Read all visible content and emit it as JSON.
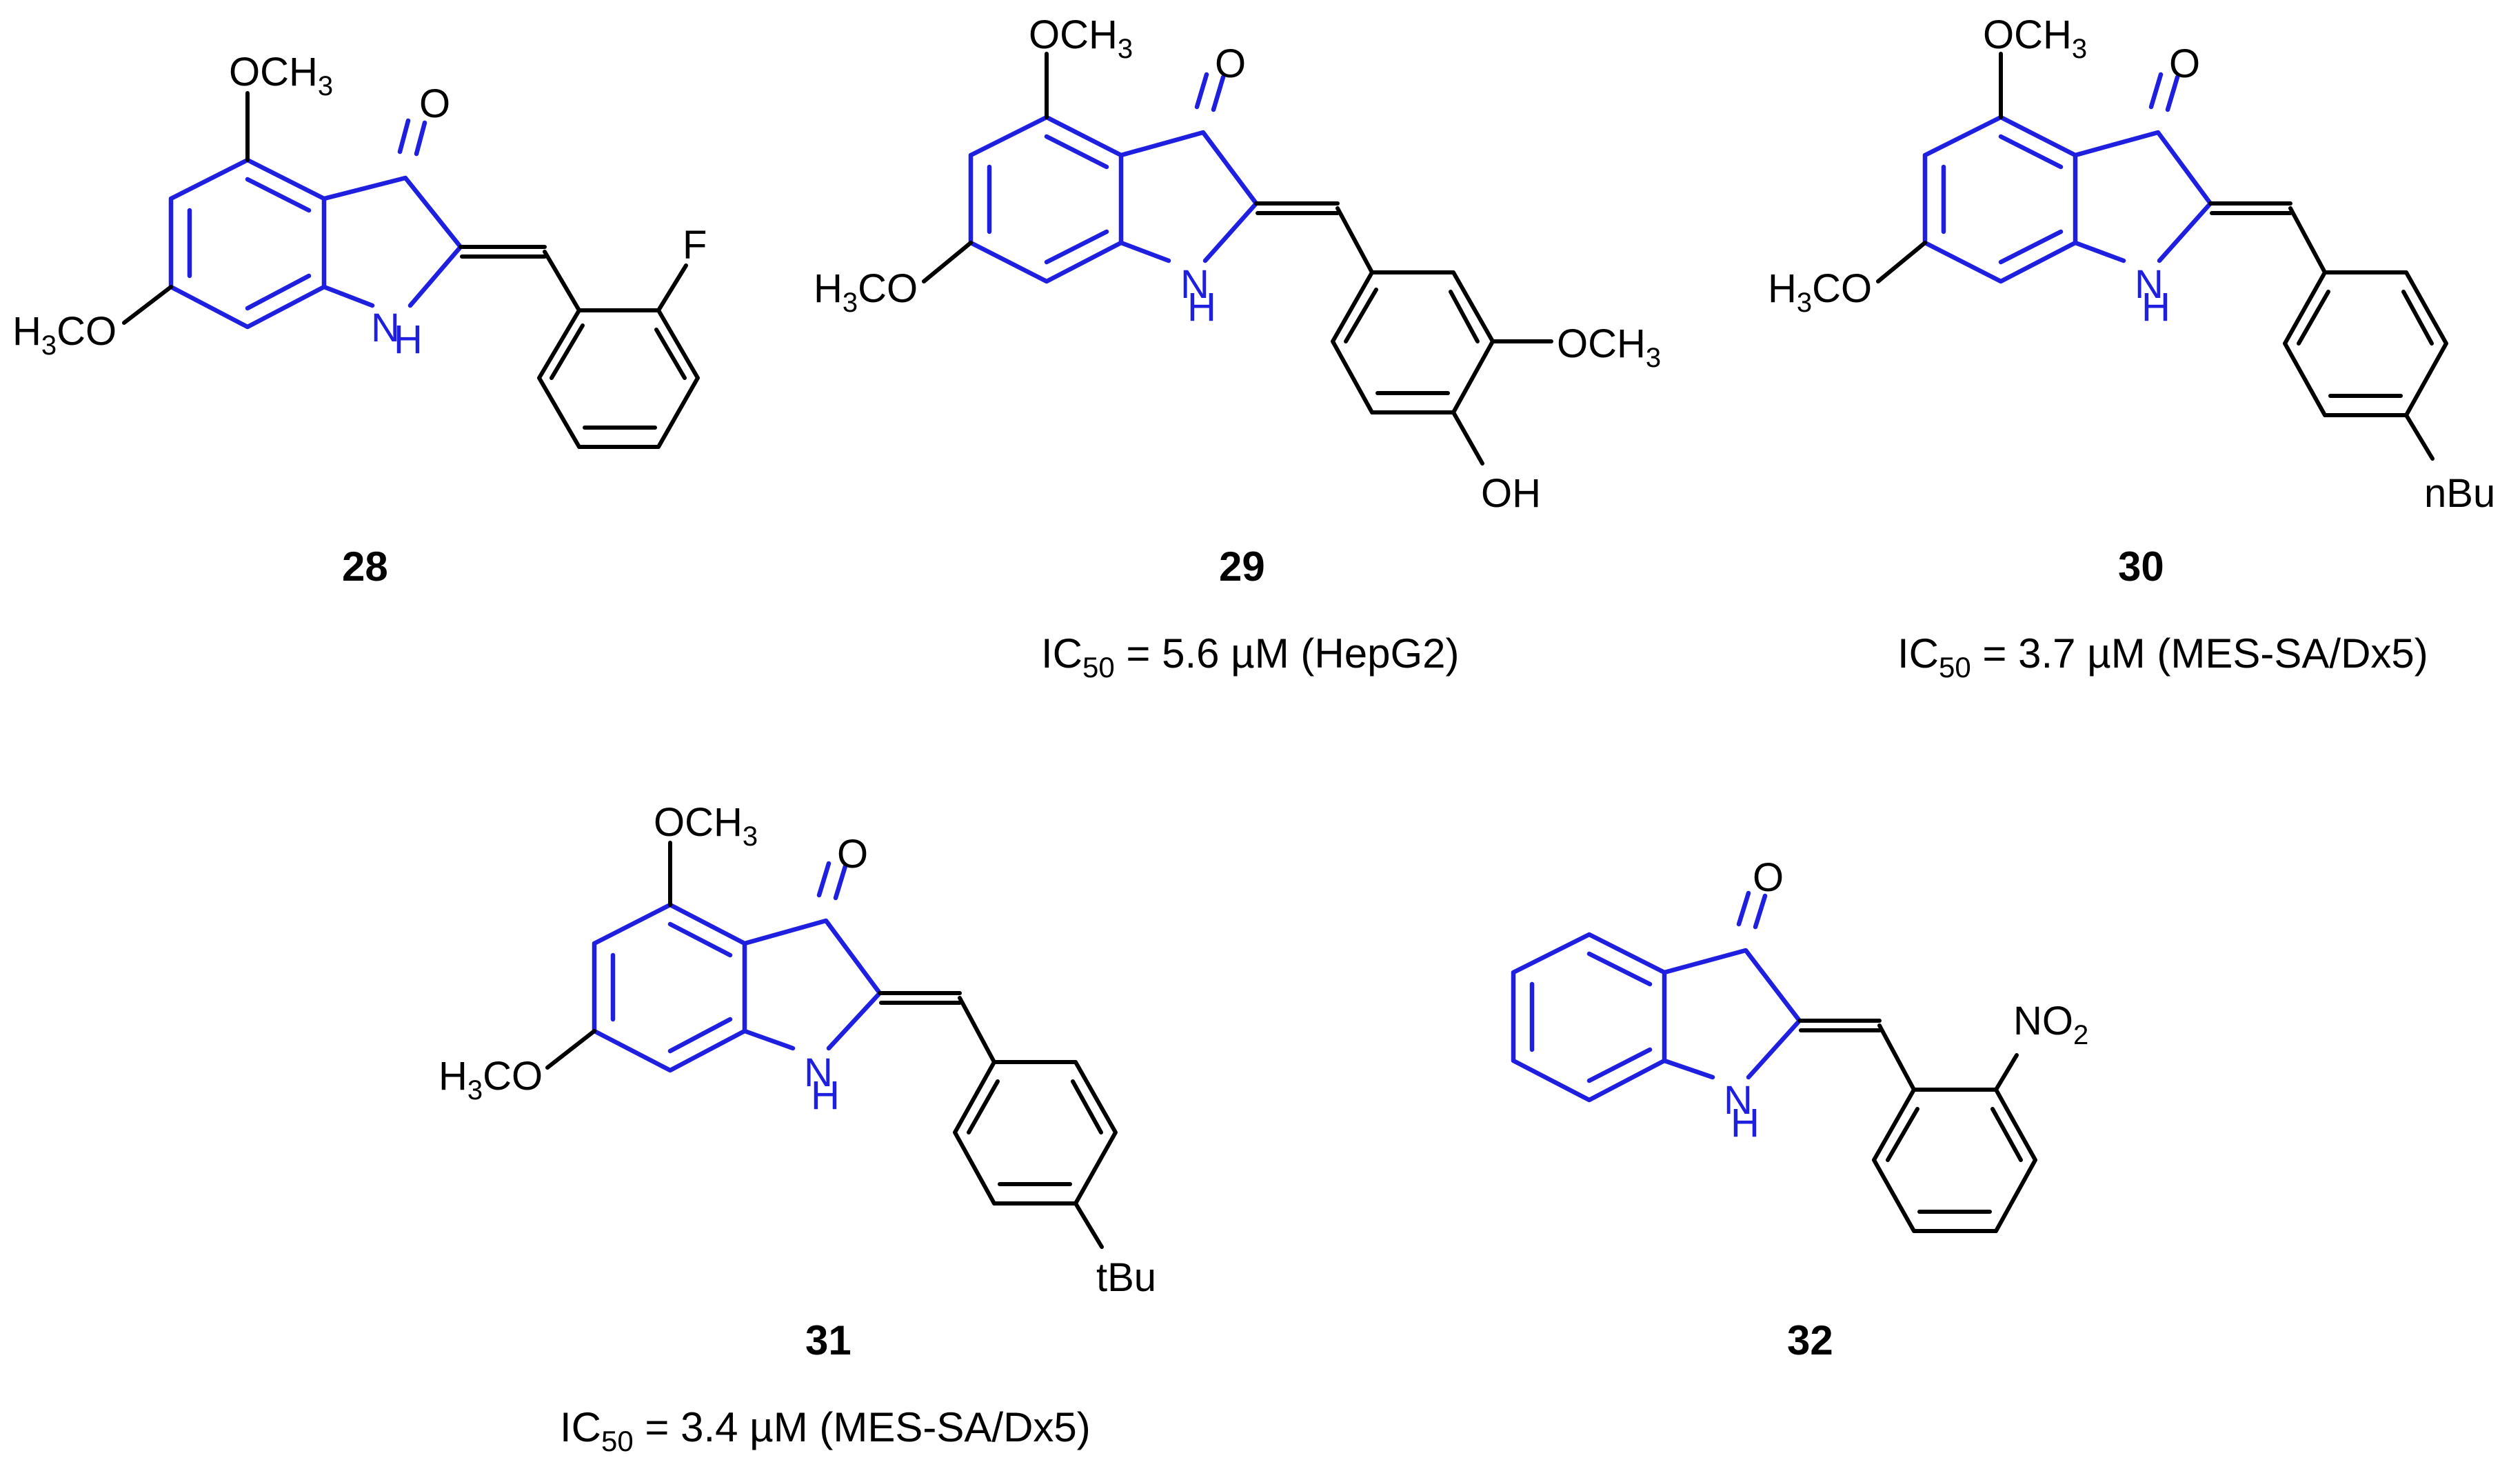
{
  "colors": {
    "scaffold": "#1f1fe0",
    "bonds": "#000000",
    "background": "#ffffff"
  },
  "compounds": [
    {
      "id": "28",
      "ic50_prefix": "",
      "ic50_sub": "",
      "ic50_value": ""
    },
    {
      "id": "29",
      "ic50_prefix": "IC",
      "ic50_sub": "50",
      "ic50_value": " = 5.6 µM (HepG2)"
    },
    {
      "id": "30",
      "ic50_prefix": "IC",
      "ic50_sub": "50",
      "ic50_value": " = 3.7 µM (MES-SA/Dx5)"
    },
    {
      "id": "31",
      "ic50_prefix": "IC",
      "ic50_sub": "50",
      "ic50_value": " = 3.4 µM (MES-SA/Dx5)"
    },
    {
      "id": "32",
      "ic50_prefix": "",
      "ic50_sub": "",
      "ic50_value": ""
    }
  ],
  "atoms": {
    "o": "O",
    "nh_n": "N",
    "nh_h": "H",
    "ome_o": "OCH",
    "ome_sub": "3",
    "meo_h": "H",
    "meo_sub": "3",
    "meo_rest": "CO",
    "f": "F",
    "oh": "OH",
    "och3": "OCH",
    "nbu": "nBu",
    "tbu": "tBu",
    "no2": "NO",
    "no2_sub": "2"
  }
}
